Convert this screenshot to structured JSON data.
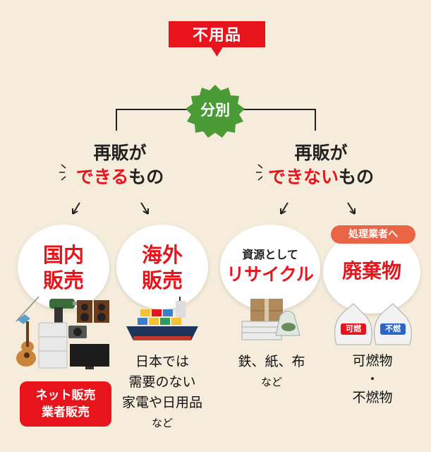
{
  "title": "不用品",
  "sort_label": "分別",
  "left_group": {
    "line1": "再販が",
    "line2_red": "できる",
    "line2_rest": "もの"
  },
  "right_group": {
    "line1": "再販が",
    "line2_red": "できない",
    "line2_rest": "もの"
  },
  "categories": {
    "domestic": {
      "line1": "国内",
      "line2": "販売"
    },
    "overseas": {
      "line1": "海外",
      "line2": "販売"
    },
    "recycle": {
      "small": "資源として",
      "big": "リサイクル"
    },
    "disposal": {
      "tag": "処理業者へ",
      "big": "廃棄物"
    }
  },
  "domestic_box": {
    "line1": "ネット販売",
    "line2": "業者販売"
  },
  "overseas_caption": {
    "line1": "日本では",
    "line2": "需要のない",
    "line3": "家電や日用品",
    "line4": "など"
  },
  "recycle_caption": {
    "line1": "鉄、紙、布",
    "line2": "など"
  },
  "disposal_caption": {
    "line1": "可燃物",
    "line2": "不燃物"
  },
  "bag_labels": {
    "burnable": "可燃",
    "non_burnable": "不燃"
  },
  "colors": {
    "accent_red": "#e8141c",
    "badge_green": "#4a9a35",
    "tag_orange": "#ea6546",
    "background": "#f6ecdc"
  }
}
